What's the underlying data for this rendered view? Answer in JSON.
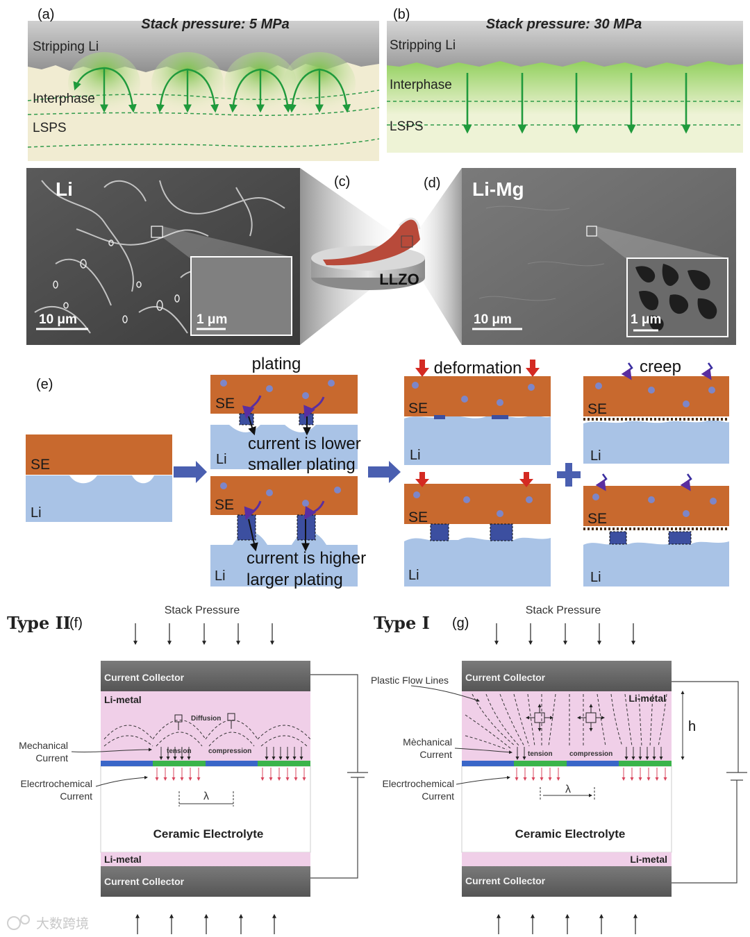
{
  "panels": {
    "a": {
      "label": "(a)",
      "title": "Stack pressure: 5 MPa",
      "layers": [
        "Stripping Li",
        "Interphase",
        "LSPS"
      ]
    },
    "b": {
      "label": "(b)",
      "title": "Stack pressure: 30 MPa",
      "layers": [
        "Stripping Li",
        "Interphase",
        "LSPS"
      ]
    },
    "c": {
      "label": "(c)",
      "disk": "LLZO"
    },
    "d": {
      "label": "(d)"
    },
    "sem_left": {
      "material": "Li",
      "scale_main": "10 μm",
      "scale_inset": "1 μm"
    },
    "sem_right": {
      "material": "Li-Mg",
      "scale_main": "10 μm",
      "scale_inset": "1 μm"
    },
    "e": {
      "label": "(e)",
      "se": "SE",
      "li": "Li",
      "plating": "plating",
      "deformation": "deformation",
      "creep": "creep",
      "low_line1": "current is lower",
      "low_line2": "smaller plating",
      "high_line1": "current is higher",
      "high_line2": "larger plating"
    },
    "f": {
      "type": "Type II",
      "label": "(f)",
      "pressure": "Stack Pressure",
      "collector": "Current Collector",
      "li_metal": "Li-metal",
      "diffusion": "Diffusion",
      "mech": [
        "Mechanical",
        "Current"
      ],
      "echem": [
        "Elecrtrochemical",
        "Current"
      ],
      "tension": "tension",
      "compression": "compression",
      "lambda": "λ",
      "electrolyte": "Ceramic Electrolyte"
    },
    "g": {
      "type": "Type I",
      "label": "(g)",
      "pressure": "Stack Pressure",
      "collector": "Current Collector",
      "li_metal": "Li-metal",
      "flow": "Plastic Flow Lines",
      "mech": [
        "Mèchanical",
        "Current"
      ],
      "echem": [
        "Elecrtrochemical",
        "Current"
      ],
      "tension": "tension",
      "compression": "compression",
      "lambda": "λ",
      "height": "h",
      "electrolyte": "Ceramic Electrolyte"
    }
  },
  "watermark": "大数跨境",
  "colors": {
    "se": "#c8692e",
    "li": "#a9c3e6",
    "plate": "#3c4fa0",
    "arrow_red": "#d42a22",
    "arrow_purple": "#5a2ea0",
    "flux_green": "#1f9a3c",
    "collector": "#666666",
    "limetal": "#f0cfe8",
    "blue_seg": "#3a66c8",
    "green_seg": "#3bb44a"
  }
}
